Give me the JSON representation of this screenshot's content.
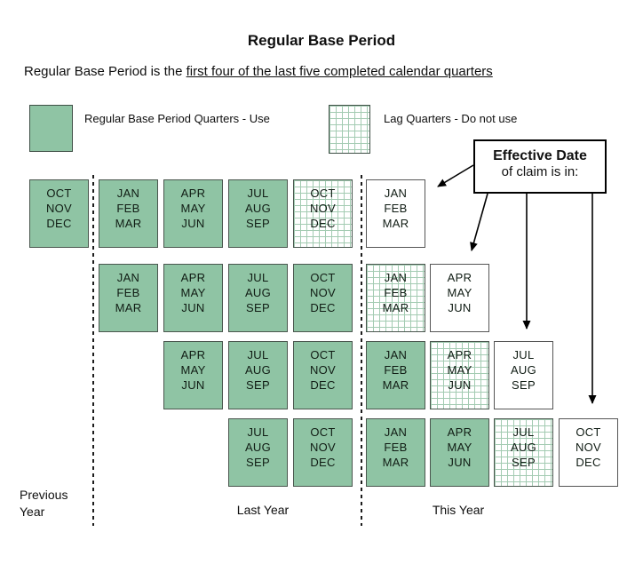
{
  "page": {
    "title": "Regular Base Period",
    "subtitle_prefix": "Regular Base Period is the ",
    "subtitle_underlined": "first four of the last five completed calendar quarters"
  },
  "legend": {
    "use_label": "Regular Base Period Quarters - Use",
    "lag_label": "Lag Quarters - Do not use",
    "use_color": "#8FC4A4",
    "lag_grid_color": "#A3CBB2"
  },
  "callout": {
    "line1": "Effective Date",
    "line2": "of claim is in:"
  },
  "year_labels": {
    "previous_line1": "Previous",
    "previous_line2": "Year",
    "last": "Last Year",
    "this": "This Year"
  },
  "quarters_grid": {
    "columns": 9,
    "rows": [
      {
        "cells": [
          {
            "col": 0,
            "type": "use",
            "months": [
              "OCT",
              "NOV",
              "DEC"
            ]
          },
          {
            "col": 1,
            "type": "use",
            "months": [
              "JAN",
              "FEB",
              "MAR"
            ]
          },
          {
            "col": 2,
            "type": "use",
            "months": [
              "APR",
              "MAY",
              "JUN"
            ]
          },
          {
            "col": 3,
            "type": "use",
            "months": [
              "JUL",
              "AUG",
              "SEP"
            ]
          },
          {
            "col": 4,
            "type": "lag",
            "months": [
              "OCT",
              "NOV",
              "DEC"
            ]
          },
          {
            "col": 5,
            "type": "effective",
            "months": [
              "JAN",
              "FEB",
              "MAR"
            ]
          }
        ]
      },
      {
        "cells": [
          {
            "col": 1,
            "type": "use",
            "months": [
              "JAN",
              "FEB",
              "MAR"
            ]
          },
          {
            "col": 2,
            "type": "use",
            "months": [
              "APR",
              "MAY",
              "JUN"
            ]
          },
          {
            "col": 3,
            "type": "use",
            "months": [
              "JUL",
              "AUG",
              "SEP"
            ]
          },
          {
            "col": 4,
            "type": "use",
            "months": [
              "OCT",
              "NOV",
              "DEC"
            ]
          },
          {
            "col": 5,
            "type": "lag",
            "months": [
              "JAN",
              "FEB",
              "MAR"
            ]
          },
          {
            "col": 6,
            "type": "effective",
            "months": [
              "APR",
              "MAY",
              "JUN"
            ]
          }
        ]
      },
      {
        "cells": [
          {
            "col": 2,
            "type": "use",
            "months": [
              "APR",
              "MAY",
              "JUN"
            ]
          },
          {
            "col": 3,
            "type": "use",
            "months": [
              "JUL",
              "AUG",
              "SEP"
            ]
          },
          {
            "col": 4,
            "type": "use",
            "months": [
              "OCT",
              "NOV",
              "DEC"
            ]
          },
          {
            "col": 5,
            "type": "use",
            "months": [
              "JAN",
              "FEB",
              "MAR"
            ]
          },
          {
            "col": 6,
            "type": "lag",
            "months": [
              "APR",
              "MAY",
              "JUN"
            ]
          },
          {
            "col": 7,
            "type": "effective",
            "months": [
              "JUL",
              "AUG",
              "SEP"
            ]
          }
        ]
      },
      {
        "cells": [
          {
            "col": 3,
            "type": "use",
            "months": [
              "JUL",
              "AUG",
              "SEP"
            ]
          },
          {
            "col": 4,
            "type": "use",
            "months": [
              "OCT",
              "NOV",
              "DEC"
            ]
          },
          {
            "col": 5,
            "type": "use",
            "months": [
              "JAN",
              "FEB",
              "MAR"
            ]
          },
          {
            "col": 6,
            "type": "use",
            "months": [
              "APR",
              "MAY",
              "JUN"
            ]
          },
          {
            "col": 7,
            "type": "lag",
            "months": [
              "JUL",
              "AUG",
              "SEP"
            ]
          },
          {
            "col": 8,
            "type": "effective",
            "months": [
              "OCT",
              "NOV",
              "DEC"
            ]
          }
        ]
      }
    ]
  }
}
